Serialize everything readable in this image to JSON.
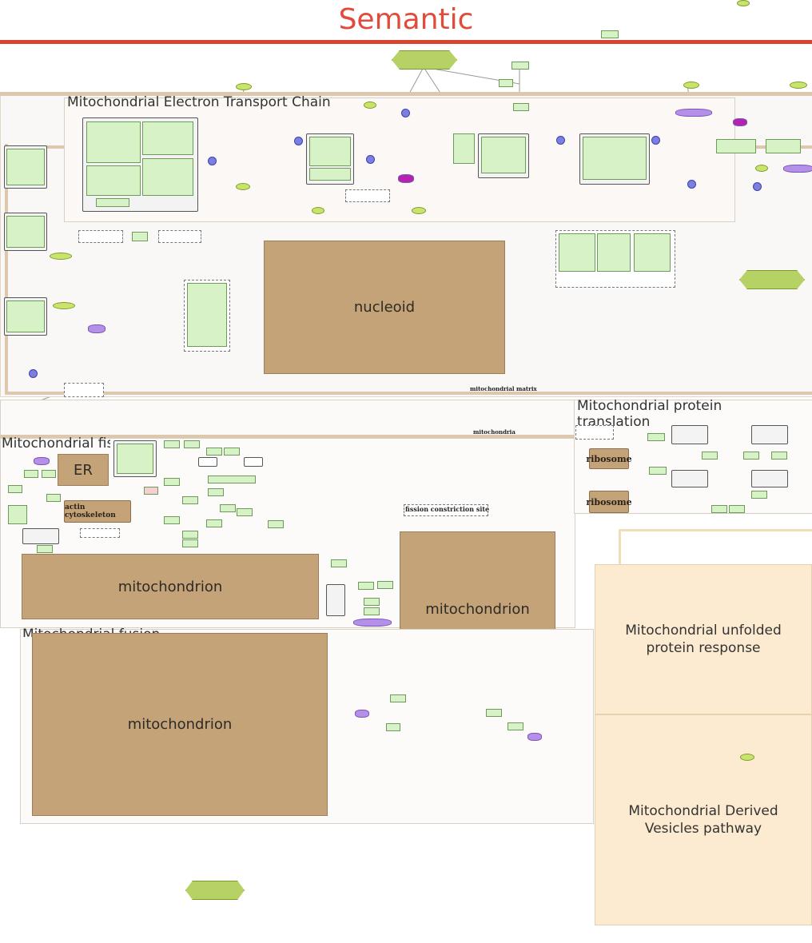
{
  "header": {
    "title": "Semantic"
  },
  "regions": {
    "etc": "Mitochondrial Electron Transport Chain",
    "fission": "Mitochondrial fission",
    "fusion": "Mitochondrial fusion",
    "translation_line1": "Mitochondrial protein",
    "translation_line2": "translation"
  },
  "compartments": {
    "nucleoid": "nucleoid",
    "er": "ER",
    "mito_fission": "mitochondrion",
    "mito_center": "mitochondrion",
    "mito_fusion": "mitochondrion",
    "ribosome_1": "ribosome",
    "ribosome_2": "ribosome",
    "actin": "actin cytoskeleton"
  },
  "panels": {
    "upr": "Mitochondrial unfolded protein response",
    "mdv": "Mitochondrial Derived Vesicles pathway"
  },
  "labels": {
    "mito_matrix": "mitochondrial matrix",
    "mitochondria": "mitochondria",
    "fission_site": "fission constriction site"
  },
  "colors": {
    "header": "#e14b3b",
    "compartment": "#c4a378",
    "gene_box": "#d6f2c6",
    "metabolite": "#c8e46a",
    "panel": "#fcebd0"
  }
}
